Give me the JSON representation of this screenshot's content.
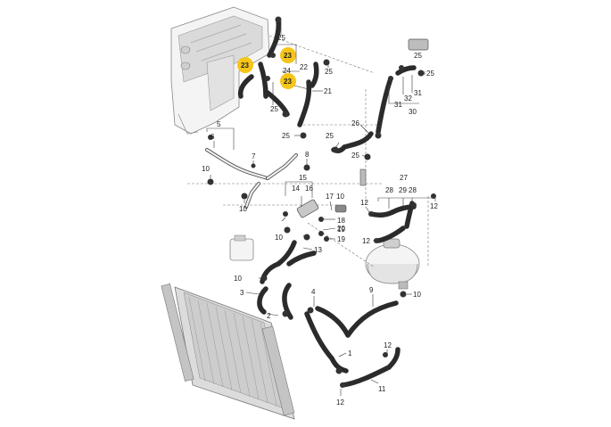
{
  "colors": {
    "highlight": "#f5c518",
    "line": "#333333",
    "hose": "#2b2b2b",
    "engine": "#e6e6e6",
    "radiator": "#d8d8d8"
  },
  "callouts": [
    {
      "text": "25"
    },
    {
      "text": "23"
    },
    {
      "text": "22"
    },
    {
      "text": "24"
    },
    {
      "text": "23"
    },
    {
      "text": "23"
    },
    {
      "text": "25"
    },
    {
      "text": "21"
    },
    {
      "text": "25"
    },
    {
      "text": "25"
    },
    {
      "text": "25"
    },
    {
      "text": "25"
    },
    {
      "text": "26"
    },
    {
      "text": "25"
    },
    {
      "text": "32"
    },
    {
      "text": "31"
    },
    {
      "text": "31"
    },
    {
      "text": "30"
    },
    {
      "text": "25"
    },
    {
      "text": "5"
    },
    {
      "text": "6"
    },
    {
      "text": "7"
    },
    {
      "text": "8"
    },
    {
      "text": "10"
    },
    {
      "text": "10"
    },
    {
      "text": "14"
    },
    {
      "text": "15"
    },
    {
      "text": "16"
    },
    {
      "text": "17"
    },
    {
      "text": "10"
    },
    {
      "text": "18"
    },
    {
      "text": "19"
    },
    {
      "text": "20"
    },
    {
      "text": "19"
    },
    {
      "text": "10"
    },
    {
      "text": "13"
    },
    {
      "text": "27"
    },
    {
      "text": "28"
    },
    {
      "text": "29"
    },
    {
      "text": "28"
    },
    {
      "text": "12"
    },
    {
      "text": "12"
    },
    {
      "text": "12"
    },
    {
      "text": "2"
    },
    {
      "text": "10"
    },
    {
      "text": "9"
    },
    {
      "text": "10"
    },
    {
      "text": "3"
    },
    {
      "text": "4"
    },
    {
      "text": "1"
    },
    {
      "text": "12"
    },
    {
      "text": "11"
    },
    {
      "text": "12"
    }
  ]
}
